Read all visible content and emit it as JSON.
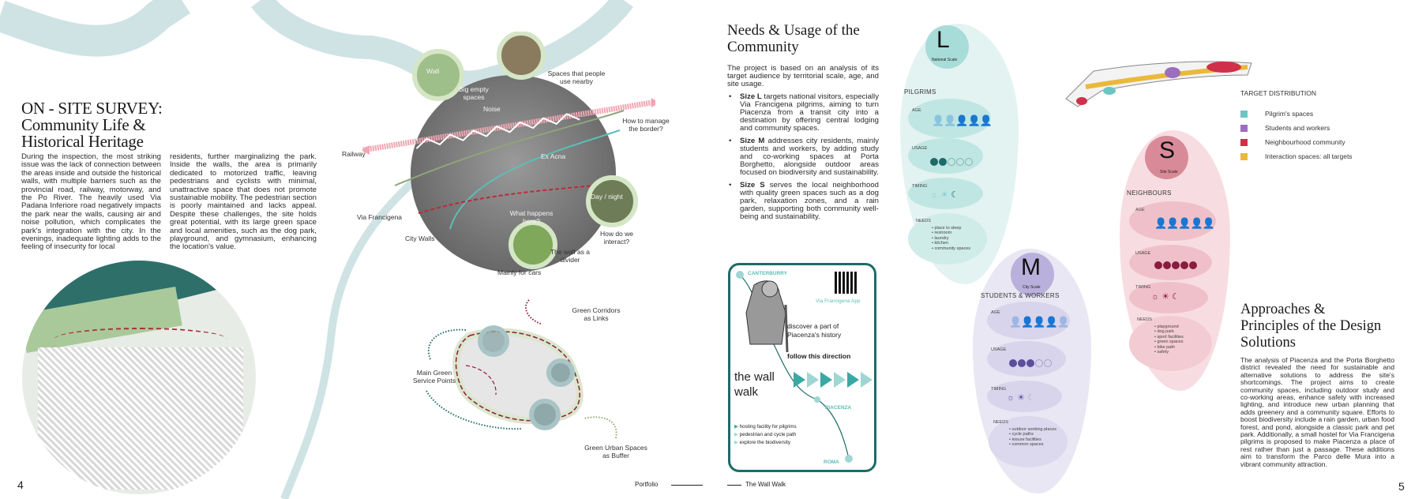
{
  "left_page": {
    "title_lines": [
      "ON - SITE SURVEY:",
      "Community Life &",
      "Historical Heritage"
    ],
    "body_col1": "During the inspection, the most striking issue was the lack of connection between the areas inside and outside the historical walls, with multiple barriers such as the provincial road, railway, motorway, and the Po River. The heavily used Via Padana Inferiore road negatively impacts the park near the walls, causing air and noise pollution, which complicates the park's integration with the city. In the evenings, inadequate lighting adds to the feeling of insecurity for local",
    "body_col2": "residents, further marginalizing the park. Inside the walls, the area is primarily dedicated to motorized traffic, leaving pedestrians and cyclists with minimal, unattractive space that does not promote sustainable mobility. The pedestrian section is poorly maintained and lacks appeal. Despite these challenges, the site holds great potential, with its large green space and local amenities, such as the dog park, playground, and gymnasium, enhancing the location's value.",
    "page_number": "4",
    "footer": "Portfolio"
  },
  "survey_diagram": {
    "labels": {
      "wall": "Wall",
      "big_empty": "Big empty spaces",
      "spaces_people": "Spaces that people use nearby",
      "noise": "Noise",
      "railway": "Railway",
      "how_manage": "How to manage the border?",
      "ex_acna": "Ex Acna",
      "via_francigena": "Via Francigena",
      "city_walls": "City Walls",
      "what_happens": "What happens here?",
      "day_night": "Day / night",
      "how_interact": "How do we interact?",
      "wall_divider": "The wall as a divider",
      "mainly_cars": "Mainly for cars"
    }
  },
  "strategy_diagram": {
    "labels": {
      "green_corridors": "Green Corridors as Links",
      "main_green": "Main Green Service Points",
      "green_urban": "Green Urban Spaces as Buffer"
    }
  },
  "right_page": {
    "title_lines": [
      "Needs & Usage of the",
      "Community"
    ],
    "intro": "The project is based on an analysis of its target audience by territorial scale, age, and site usage.",
    "bullets": [
      {
        "bold": "Size L",
        "text": " targets national visitors, especially Via Francigena pilgrims, aiming to turn Piacenza from a transit city into a destination by offering central lodging and community spaces."
      },
      {
        "bold": "Size M",
        "text": " addresses city residents, mainly students and workers, by adding study and co-working spaces at Porta Borghetto, alongside outdoor areas focused on biodiversity and sustainability."
      },
      {
        "bold": "Size S",
        "text": " serves the local neighborhood with quality green spaces such as a dog park, relaxation zones, and a rain garden, supporting both community well-being and sustainability."
      }
    ],
    "footer": "The Wall Walk",
    "page_number": "5"
  },
  "wall_walk_card": {
    "start": "CANTERBURRY",
    "app": "Via Francigena App",
    "discover": "discover a part of Piacenza's history",
    "follow": "follow this direction",
    "title_lines": [
      "the wall",
      "walk"
    ],
    "mid": "PIACENZA",
    "end": "ROMA",
    "features": [
      "hosting facility for pilgrims",
      "pedestrian and cycle path",
      "explore the biodiversity"
    ]
  },
  "target_groups": [
    {
      "letter": "L",
      "scale": "National Scale",
      "group": "PILGRIMS",
      "color": "#1d6b68",
      "usage_filled": 2,
      "needs": [
        "place to sleep",
        "restroom",
        "laundry",
        "kitchen",
        "community spaces"
      ]
    },
    {
      "letter": "M",
      "scale": "City Scale",
      "group": "STUDENTS & WORKERS",
      "color": "#5d4f9e",
      "usage_filled": 3,
      "needs": [
        "outdoor working places",
        "cycle paths",
        "leisure facilities",
        "common spaces"
      ]
    },
    {
      "letter": "S",
      "scale": "Site Scale",
      "group": "NEIGHBOURS",
      "color": "#8a1c3f",
      "usage_filled": 5,
      "needs": [
        "playground",
        "dog park",
        "sport facilities",
        "green spaces",
        "bike path",
        "safety"
      ]
    }
  ],
  "row_labels": {
    "age": "AGE",
    "usage": "USAGE",
    "timing": "TIMING",
    "needs": "NEEDS"
  },
  "legend": {
    "title": "TARGET DISTRIBUTION",
    "items": [
      {
        "label": "Pilgrim's spaces",
        "color": "#6cc5c4"
      },
      {
        "label": "Students and workers",
        "color": "#9b6fbd"
      },
      {
        "label": "Neighbourhood community",
        "color": "#d0304a"
      },
      {
        "label": "Interaction spaces: all targets",
        "color": "#e9b93a"
      }
    ]
  },
  "approaches": {
    "title_lines": [
      "Approaches &",
      "Principles of the Design",
      "Solutions"
    ],
    "body": "The analysis of Piacenza and the Porta Borghetto district revealed the need for sustainable and alternative solutions to address the site's shortcomings. The project aims to create community spaces, including outdoor study and co-working areas, enhance safety with increased lighting, and introduce new urban planning that adds greenery and a community square. Efforts to boost biodiversity include a rain garden, urban food forest, and pond, alongside a classic park and pet park. Additionally, a small hostel for Via Francigena pilgrims is proposed to make Piacenza a place of rest rather than just a passage. These additions aim to transform the Parco delle Mura into a vibrant community attraction."
  }
}
